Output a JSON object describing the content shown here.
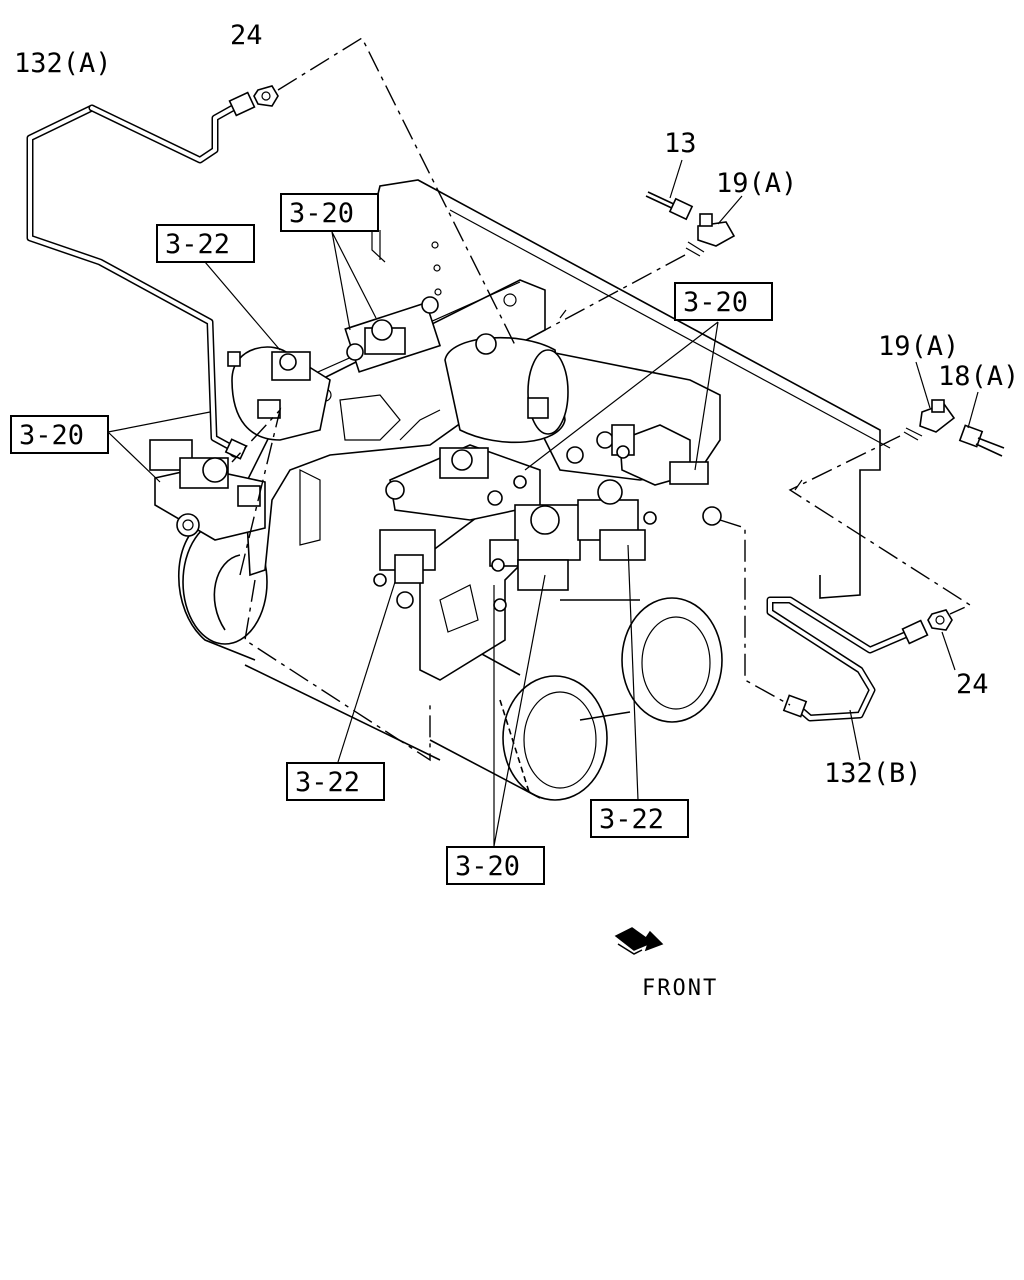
{
  "callouts": {
    "pipe_a": "132(A)",
    "nut_top": "24",
    "part_13": "13",
    "elbow_top": "19(A)",
    "ref_top_center": "3-20",
    "ref_top_left": "3-22",
    "ref_right_mid": "3-20",
    "elbow_right": "19(A)",
    "connector_right": "18(A)",
    "ref_left": "3-20",
    "nut_right": "24",
    "pipe_b": "132(B)",
    "ref_bottom_left": "3-22",
    "ref_bottom_right": "3-22",
    "ref_bottom_center": "3-20"
  },
  "direction": {
    "label": "FRONT",
    "icon": "front-arrow-icon"
  }
}
